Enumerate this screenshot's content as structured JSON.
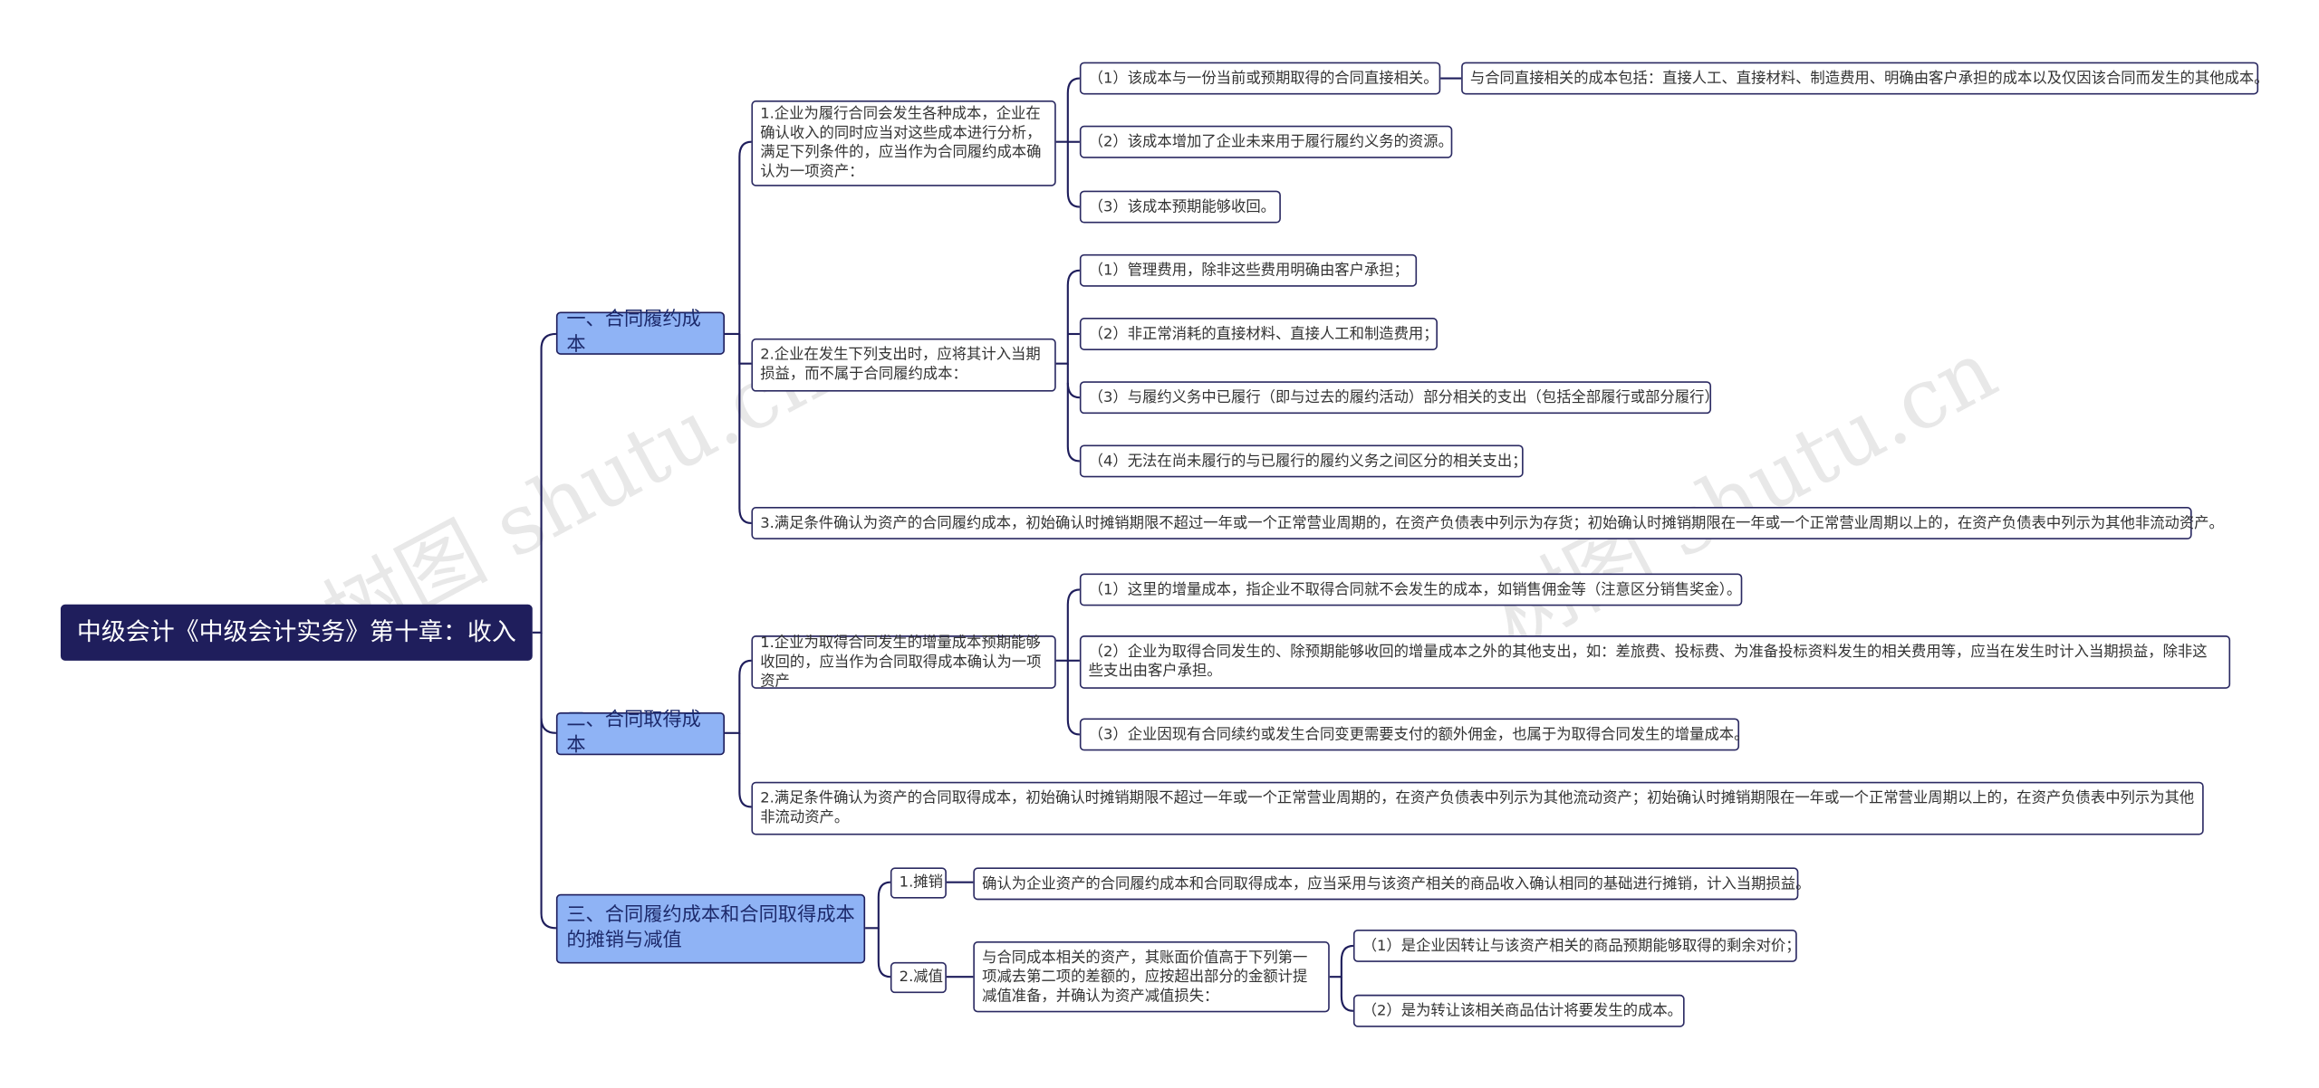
{
  "root": "中级会计《中级会计实务》第十章：收入",
  "watermark": "树图 shutu.cn",
  "sections": {
    "s1": {
      "title": "一、合同履约成本",
      "item1": {
        "text": "1.企业为履行合同会发生各种成本，企业在确认收入的同时应当对这些成本进行分析，满足下列条件的，应当作为合同履约成本确认为一项资产：",
        "c1": "（1）该成本与一份当前或预期取得的合同直接相关。",
        "c1_detail": "与合同直接相关的成本包括：直接人工、直接材料、制造费用、明确由客户承担的成本以及仅因该合同而发生的其他成本。",
        "c2": "（2）该成本增加了企业未来用于履行履约义务的资源。",
        "c3": "（3）该成本预期能够收回。"
      },
      "item2": {
        "text": "2.企业在发生下列支出时，应将其计入当期损益，而不属于合同履约成本：",
        "c1": "（1）管理费用，除非这些费用明确由客户承担；",
        "c2": "（2）非正常消耗的直接材料、直接人工和制造费用；",
        "c3": "（3）与履约义务中已履行（即与过去的履约活动）部分相关的支出（包括全部履行或部分履行）",
        "c4": "（4）无法在尚未履行的与已履行的履约义务之间区分的相关支出；"
      },
      "item3": "3.满足条件确认为资产的合同履约成本，初始确认时摊销期限不超过一年或一个正常营业周期的，在资产负债表中列示为存货；初始确认时摊销期限在一年或一个正常营业周期以上的，在资产负债表中列示为其他非流动资产。"
    },
    "s2": {
      "title": "二、合同取得成本",
      "item1": {
        "text": "1.企业为取得合同发生的增量成本预期能够收回的，应当作为合同取得成本确认为一项资产",
        "c1": "（1）这里的增量成本，指企业不取得合同就不会发生的成本，如销售佣金等（注意区分销售奖金）。",
        "c2": "（2）企业为取得合同发生的、除预期能够收回的增量成本之外的其他支出，如：差旅费、投标费、为准备投标资料发生的相关费用等，应当在发生时计入当期损益，除非这些支出由客户承担。",
        "c3": "（3）企业因现有合同续约或发生合同变更需要支付的额外佣金，也属于为取得合同发生的增量成本。"
      },
      "item2": "2.满足条件确认为资产的合同取得成本，初始确认时摊销期限不超过一年或一个正常营业周期的，在资产负债表中列示为其他流动资产；初始确认时摊销期限在一年或一个正常营业周期以上的，在资产负债表中列示为其他非流动资产。"
    },
    "s3": {
      "title": "三、合同履约成本和合同取得成本的摊销与减值",
      "amort": {
        "label": "1.摊销",
        "text": "确认为企业资产的合同履约成本和合同取得成本，应当采用与该资产相关的商品收入确认相同的基础进行摊销，计入当期损益。"
      },
      "impair": {
        "label": "2.减值",
        "text": "与合同成本相关的资产，其账面价值高于下列第一项减去第二项的差额的，应按超出部分的金额计提减值准备，并确认为资产减值损失：",
        "c1": "（1）是企业因转让与该资产相关的商品预期能够取得的剩余对价；",
        "c2": "（2）是为转让该相关商品估计将要发生的成本。"
      }
    }
  }
}
